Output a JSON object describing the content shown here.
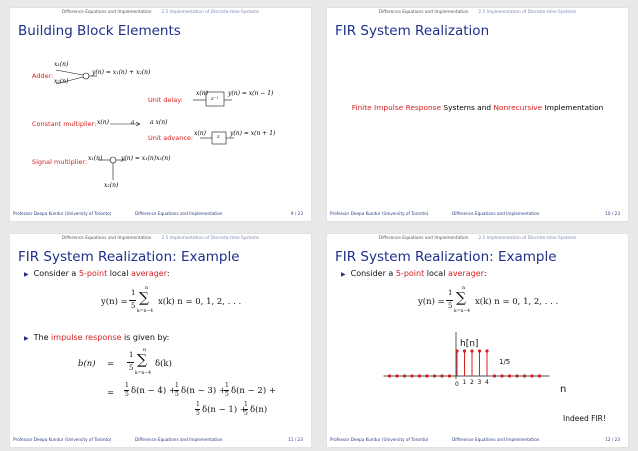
{
  "header": {
    "chapter": "Difference Equations and Implementation",
    "section": "2.5 Implementation of Discrete-time Systems"
  },
  "footer": {
    "author": "Professor Deepa Kundur (University of Toronto)",
    "title": "Difference Equations and Implementation"
  },
  "slides": [
    {
      "title": "Building Block Elements",
      "page": "9 / 23",
      "adder": {
        "label": "Adder:",
        "in1": "x₁(n)",
        "in2": "x₂(n)",
        "out": "y(n) = x₁(n) + x₂(n)"
      },
      "unit_delay": {
        "label": "Unit delay:",
        "in": "x(n)",
        "block": "z⁻¹",
        "out": "y(n) = x(n − 1)"
      },
      "const_mult": {
        "label": "Constant multiplier:",
        "in": "x(n)",
        "gain": "a",
        "out": "a x(n)"
      },
      "unit_advance": {
        "label": "Unit advance:",
        "in": "x(n)",
        "block": "z",
        "out": "y(n) = x(n + 1)"
      },
      "signal_mult": {
        "label": "Signal multiplier:",
        "in1": "x₁(n)",
        "in2": "x₂(n)",
        "out": "y(n) = x₁(n)x₂(n)"
      }
    },
    {
      "title": "FIR System Realization",
      "page": "10 / 23",
      "line_a": "Finite Impulse Response",
      "line_b": " Systems and ",
      "line_c": "Nonrecursive",
      "line_d": " Implementation"
    },
    {
      "title": "FIR System Realization: Example",
      "page": "11 / 23",
      "bullet1_pre": "Consider a ",
      "bullet1_hl": "5-point",
      "bullet1_mid": " local ",
      "bullet1_hl2": "averager",
      "bullet1_post": ":",
      "eq_lhs": "y(n) =",
      "frac_num": "1",
      "frac_den": "5",
      "sum_top": "n",
      "sum_bot": "k=n−4",
      "eq_body": "x(k)  n = 0, 1, 2, . . .",
      "bullet2_pre": "The ",
      "bullet2_hl": "impulse response",
      "bullet2_post": " is given by:",
      "h_lhs": "b(n)",
      "eq_sign": "=",
      "h_rhs1": "δ(k)",
      "h_line2a": "δ(n − 4) +",
      "h_line2b": "δ(n − 3) +",
      "h_line2c": "δ(n − 2) +",
      "h_line3a": "δ(n − 1) +",
      "h_line3b": "δ(n)"
    },
    {
      "title": "FIR System Realization: Example",
      "page": "12 / 23",
      "bullet1_pre": "Consider a ",
      "bullet1_hl": "5-point",
      "bullet1_mid": " local ",
      "bullet1_hl2": "averager",
      "bullet1_post": ":",
      "eq_lhs": "y(n) =",
      "frac_num": "1",
      "frac_den": "5",
      "sum_top": "n",
      "sum_bot": "k=n−4",
      "eq_body": "x(k)  n = 0, 1, 2, . . .",
      "chart_ylabel": "h[n]",
      "chart_value_label": "1/5",
      "chart_xlabel": "n",
      "chart_ticks": [
        "0",
        "1",
        "2",
        "3",
        "4"
      ],
      "caption": "Indeed FIR!"
    }
  ],
  "chart_data": {
    "type": "stem",
    "x": [
      -9,
      -8,
      -7,
      -6,
      -5,
      -4,
      -3,
      -2,
      -1,
      0,
      1,
      2,
      3,
      4,
      5,
      6,
      7,
      8,
      9,
      10,
      11
    ],
    "y": [
      0,
      0,
      0,
      0,
      0,
      0,
      0,
      0,
      0,
      0.2,
      0.2,
      0.2,
      0.2,
      0.2,
      0,
      0,
      0,
      0,
      0,
      0,
      0
    ],
    "ylabel": "h[n]",
    "xlabel": "n",
    "annotation": "1/5"
  },
  "colors": {
    "title": "#1f2f8a",
    "highlight": "#d42020",
    "stem": "#d42020"
  }
}
